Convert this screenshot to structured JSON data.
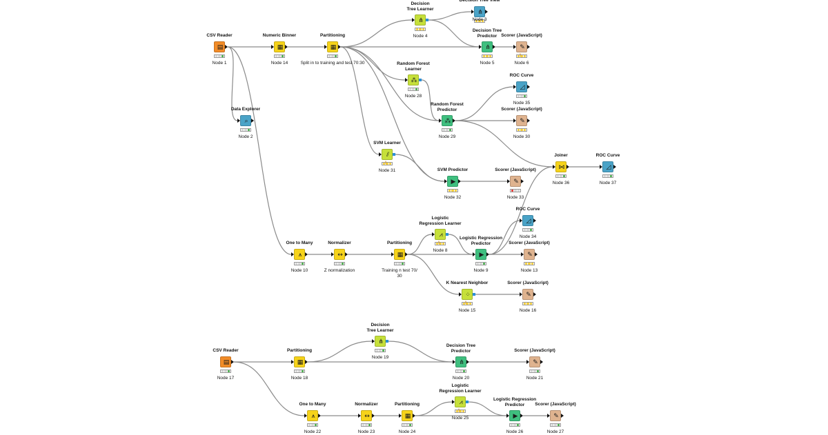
{
  "workflow": {
    "nodes": [
      {
        "id": "n1",
        "title": "CSV Reader",
        "label": "Node 1",
        "category": "source",
        "icon": "csv-file-icon",
        "status": "executed"
      },
      {
        "id": "n14",
        "title": "Numeric Binner",
        "label": "Node 14",
        "category": "manipulator",
        "icon": "grid-icon",
        "status": "executed"
      },
      {
        "id": "n_part_top",
        "title": "Partitioning",
        "label": "Split in to training and test 70:30",
        "category": "manipulator",
        "icon": "grid-icon",
        "status": "executed"
      },
      {
        "id": "n4",
        "title": "Decision\nTree Learner",
        "label": "Node 4",
        "category": "learner",
        "icon": "tree-icon",
        "status": "configured"
      },
      {
        "id": "n3",
        "title": "Decision Tree View",
        "label": "Node 3",
        "category": "view",
        "icon": "tree-view-icon",
        "status": "configured"
      },
      {
        "id": "n5",
        "title": "Decision Tree\nPredictor",
        "label": "Node 5",
        "category": "predictor",
        "icon": "tree-icon",
        "status": "configured"
      },
      {
        "id": "n6",
        "title": "Scorer (JavaScript)",
        "label": "Node 6",
        "category": "scorer",
        "icon": "scorer-icon",
        "status": "warning"
      },
      {
        "id": "n28",
        "title": "Random Forest\nLearner",
        "label": "Node 28",
        "category": "learner",
        "icon": "forest-icon",
        "status": "executed"
      },
      {
        "id": "n29",
        "title": "Random Forest\nPredictor",
        "label": "Node 29",
        "category": "predictor",
        "icon": "forest-icon",
        "status": "executed"
      },
      {
        "id": "n35",
        "title": "ROC Curve",
        "label": "Node 35",
        "category": "view",
        "icon": "roc-icon",
        "status": "executed"
      },
      {
        "id": "n30",
        "title": "Scorer (JavaScript)",
        "label": "Node 30",
        "category": "scorer",
        "icon": "scorer-icon",
        "status": "configured"
      },
      {
        "id": "n2",
        "title": "Data Explorer",
        "label": "Node 2",
        "category": "view",
        "icon": "explorer-icon",
        "status": "executed"
      },
      {
        "id": "n31",
        "title": "SVM Learner",
        "label": "Node 31",
        "category": "learner",
        "icon": "svm-icon",
        "status": "warning"
      },
      {
        "id": "n32",
        "title": "SVM Predictor",
        "label": "Node 32",
        "category": "predictor",
        "icon": "predictor-icon",
        "status": "configured"
      },
      {
        "id": "n33",
        "title": "Scorer (JavaScript)",
        "label": "Node 33",
        "category": "scorer",
        "icon": "scorer-icon",
        "status": "error"
      },
      {
        "id": "n36",
        "title": "Joiner",
        "label": "Node 36",
        "category": "manipulator",
        "icon": "joiner-icon",
        "status": "executed"
      },
      {
        "id": "n37",
        "title": "ROC Curve",
        "label": "Node 37",
        "category": "view",
        "icon": "roc-icon",
        "status": "executed"
      },
      {
        "id": "n34",
        "title": "ROC Curve",
        "label": "Node 34",
        "category": "view",
        "icon": "roc-icon",
        "status": "executed"
      },
      {
        "id": "n10",
        "title": "One to Many",
        "label": "Node 10",
        "category": "manipulator",
        "icon": "one-to-many-icon",
        "status": "executed"
      },
      {
        "id": "n11",
        "title": "Normalizer",
        "label": "Z normalization",
        "category": "manipulator",
        "icon": "normalizer-icon",
        "status": "executed"
      },
      {
        "id": "n12",
        "title": "Partitioning",
        "label": "Training n test 70/\n30",
        "category": "manipulator",
        "icon": "grid-icon",
        "status": "executed"
      },
      {
        "id": "n8",
        "title": "Logistic\nRegression Learner",
        "label": "Node 8",
        "category": "learner",
        "icon": "regression-icon",
        "status": "warning"
      },
      {
        "id": "n9",
        "title": "Logistic Regression\nPredictor",
        "label": "Node 9",
        "category": "predictor",
        "icon": "predictor-icon",
        "status": "executed"
      },
      {
        "id": "n13",
        "title": "Scorer (JavaScript)",
        "label": "Node 13",
        "category": "scorer",
        "icon": "scorer-icon",
        "status": "configured"
      },
      {
        "id": "n15",
        "title": "K Nearest Neighbor",
        "label": "Node 15",
        "category": "learner",
        "icon": "knn-icon",
        "status": "warning"
      },
      {
        "id": "n16",
        "title": "Scorer (JavaScript)",
        "label": "Node 16",
        "category": "scorer",
        "icon": "scorer-icon",
        "status": "configured"
      },
      {
        "id": "n17",
        "title": "CSV Reader",
        "label": "Node 17",
        "category": "source",
        "icon": "csv-file-icon",
        "status": "executed"
      },
      {
        "id": "n18",
        "title": "Partitioning",
        "label": "Node 18",
        "category": "manipulator",
        "icon": "grid-icon",
        "status": "executed"
      },
      {
        "id": "n19",
        "title": "Decision\nTree Learner",
        "label": "Node 19",
        "category": "learner",
        "icon": "tree-icon",
        "status": "executed"
      },
      {
        "id": "n20",
        "title": "Decision Tree\nPredictor",
        "label": "Node 20",
        "category": "predictor",
        "icon": "tree-icon",
        "status": "executed"
      },
      {
        "id": "n21",
        "title": "Scorer (JavaScript)",
        "label": "Node 21",
        "category": "scorer",
        "icon": "scorer-icon",
        "status": "executed"
      },
      {
        "id": "n22",
        "title": "One to Many",
        "label": "Node 22",
        "category": "manipulator",
        "icon": "one-to-many-icon",
        "status": "executed"
      },
      {
        "id": "n23",
        "title": "Normalizer",
        "label": "Node 23",
        "category": "manipulator",
        "icon": "normalizer-icon",
        "status": "executed"
      },
      {
        "id": "n24",
        "title": "Partitioning",
        "label": "Node 24",
        "category": "manipulator",
        "icon": "grid-icon",
        "status": "executed"
      },
      {
        "id": "n25",
        "title": "Logistic\nRegression Learner",
        "label": "Node 25",
        "category": "learner",
        "icon": "regression-icon",
        "status": "warning"
      },
      {
        "id": "n26",
        "title": "Logistic Regression\nPredictor",
        "label": "Node 26",
        "category": "predictor",
        "icon": "predictor-icon",
        "status": "executed"
      },
      {
        "id": "n27",
        "title": "Scorer (JavaScript)",
        "label": "Node 27",
        "category": "scorer",
        "icon": "scorer-icon",
        "status": "executed"
      }
    ],
    "connections": [
      [
        "n1",
        "n14"
      ],
      [
        "n14",
        "n_part_top"
      ],
      [
        "n1",
        "n2"
      ],
      [
        "n1",
        "n10"
      ],
      [
        "n_part_top",
        "n4"
      ],
      [
        "n_part_top",
        "n5"
      ],
      [
        "n4",
        "n3"
      ],
      [
        "n4",
        "n5"
      ],
      [
        "n5",
        "n6"
      ],
      [
        "n_part_top",
        "n28"
      ],
      [
        "n_part_top",
        "n29"
      ],
      [
        "n28",
        "n29"
      ],
      [
        "n29",
        "n35"
      ],
      [
        "n29",
        "n30"
      ],
      [
        "n29",
        "n36"
      ],
      [
        "n_part_top",
        "n31"
      ],
      [
        "n_part_top",
        "n32"
      ],
      [
        "n31",
        "n32"
      ],
      [
        "n32",
        "n33"
      ],
      [
        "n36",
        "n37"
      ],
      [
        "n9",
        "n36"
      ],
      [
        "n9",
        "n34"
      ],
      [
        "n10",
        "n11"
      ],
      [
        "n11",
        "n12"
      ],
      [
        "n12",
        "n8"
      ],
      [
        "n12",
        "n9"
      ],
      [
        "n8",
        "n9"
      ],
      [
        "n9",
        "n13"
      ],
      [
        "n12",
        "n15"
      ],
      [
        "n15",
        "n16"
      ],
      [
        "n17",
        "n18"
      ],
      [
        "n18",
        "n19"
      ],
      [
        "n18",
        "n20"
      ],
      [
        "n19",
        "n20"
      ],
      [
        "n20",
        "n21"
      ],
      [
        "n17",
        "n22"
      ],
      [
        "n22",
        "n23"
      ],
      [
        "n23",
        "n24"
      ],
      [
        "n24",
        "n25"
      ],
      [
        "n24",
        "n26"
      ],
      [
        "n25",
        "n26"
      ],
      [
        "n26",
        "n27"
      ]
    ]
  },
  "colors": {
    "source": "#f28c28",
    "manipulator": "#f6d31a",
    "learner": "#c6e03a",
    "predictor": "#3fbf7f",
    "scorer": "#dfb38f",
    "view": "#4aa3c7",
    "wire": "#8a8a8a"
  },
  "icon_glyphs": {
    "csv-file-icon": "▤",
    "grid-icon": "▦",
    "tree-icon": "⋔",
    "tree-view-icon": "⋔",
    "scorer-icon": "✎",
    "forest-icon": "⁂",
    "roc-icon": "◿",
    "explorer-icon": "⌕",
    "svm-icon": "⫽",
    "predictor-icon": "▶",
    "joiner-icon": "⋈",
    "one-to-many-icon": "⩚",
    "normalizer-icon": "↔",
    "regression-icon": "⩘",
    "knn-icon": "⁘"
  }
}
